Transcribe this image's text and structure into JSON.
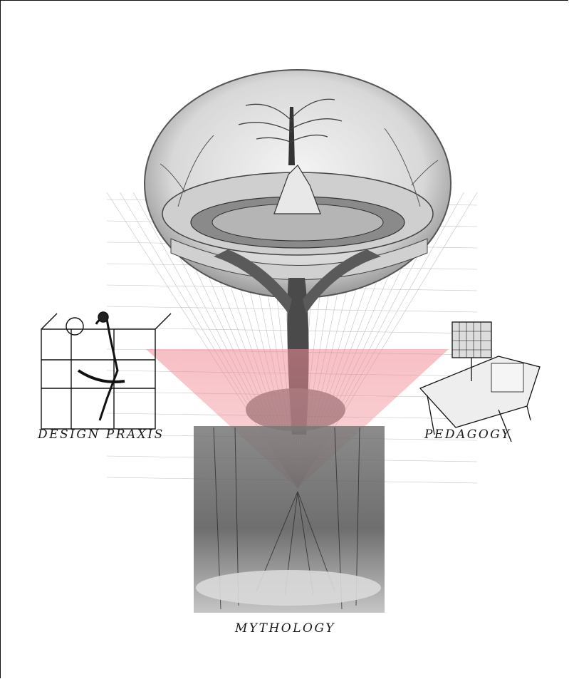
{
  "captions": {
    "design": "DESIGN PRAXIS",
    "pedagogy": "PEDAGOGY",
    "mythology": "MYTHOLOGY"
  },
  "colors": {
    "ink": "#1a1a1a",
    "accent_red": "#f08c96",
    "background": "#ffffff"
  },
  "icons": {
    "tree": "world-tree-icon",
    "scaffold": "design-praxis-engraving-icon",
    "desk": "pedagogy-engraving-icon",
    "forest": "mythology-engraving-icon"
  }
}
